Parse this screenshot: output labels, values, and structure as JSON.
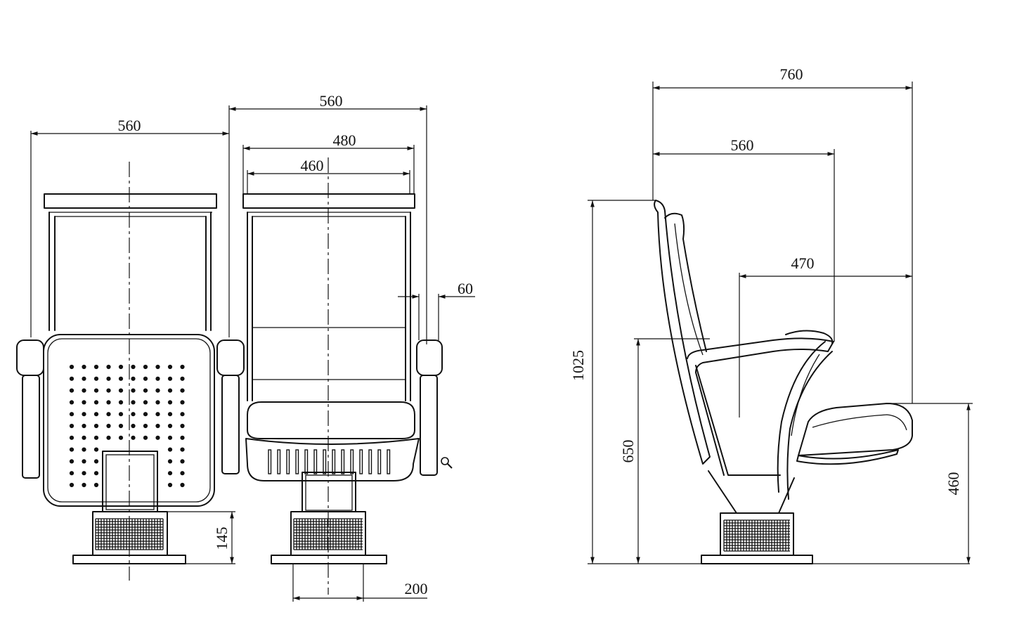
{
  "front_view": {
    "width_left_seat": "560",
    "width_right_seat": "560",
    "backrest_outer_width": "480",
    "seat_inner_width": "460",
    "armrest_width": "60",
    "base_height": "145",
    "pedestal_width": "200"
  },
  "side_view": {
    "overall_depth": "760",
    "back_to_arm_depth": "560",
    "arm_to_seat_depth": "470",
    "overall_height": "1025",
    "armrest_height": "650",
    "seat_height": "460"
  },
  "icons": {
    "zoom": "magnifier-icon"
  }
}
